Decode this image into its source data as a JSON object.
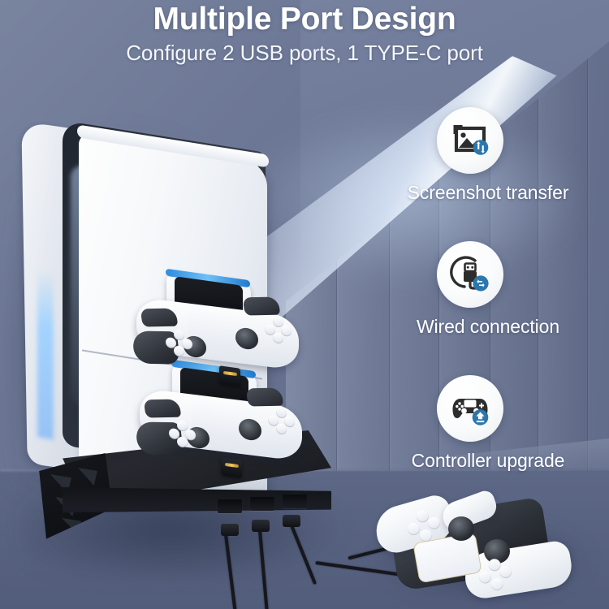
{
  "header": {
    "title": "Multiple Port Design",
    "subtitle": "Configure 2 USB ports, 1 TYPE-C port"
  },
  "features": [
    {
      "icon": "photo-frame-icon",
      "badge_icon": "transfer-arrows-badge-icon",
      "label": "Screenshot transfer"
    },
    {
      "icon": "usb-plug-cable-icon",
      "badge_icon": "data-sync-badge-icon",
      "label": "Wired connection"
    },
    {
      "icon": "gamepad-controller-icon",
      "badge_icon": "upload-arrow-badge-icon",
      "label": "Controller upgrade"
    }
  ],
  "product": {
    "console": "ps5-console",
    "stand": "charging-stand-base",
    "docked_controllers": [
      "dualsense-controller-top",
      "dualsense-controller-bottom"
    ],
    "loose_controller": "dualsense-controller-on-desk",
    "cables": [
      "cable-1",
      "cable-2",
      "cable-3"
    ]
  },
  "colors": {
    "background": "#6b7794",
    "floor": "#586381",
    "title_text": "#ffffff",
    "badge_blue": "#2b77ad",
    "icon_dark": "#2d2d2d",
    "circle_white": "#fafbfc",
    "led_blue": "#a7d2ff"
  }
}
